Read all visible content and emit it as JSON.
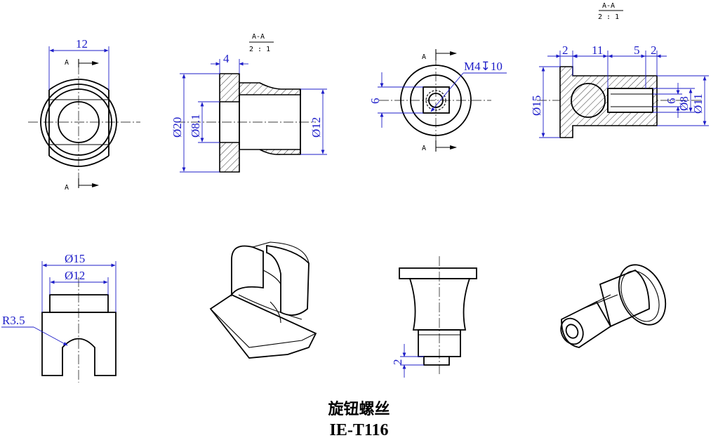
{
  "drawing": {
    "title": "旋钮螺丝",
    "code": "IE-T116",
    "section_label": "A-A",
    "section_scale": "2 : 1",
    "section_letter": "A",
    "views": {
      "front": {
        "width_dim": "12"
      },
      "left_section": {
        "flange_dim": "4",
        "outer_dia": "Ø20",
        "inner_dia": "Ø8.1",
        "body_dia": "Ø12"
      },
      "end": {
        "thread": "M4↧10",
        "height_dim": "6"
      },
      "right_section": {
        "d1": "2",
        "d2": "11",
        "d3": "5",
        "d4": "2",
        "flange_dia": "Ø15",
        "d6": "6",
        "d8": "Ø8",
        "d11": "Ø11"
      },
      "bottom_left": {
        "outer_dia": "Ø15",
        "inner_dia": "Ø12",
        "radius": "R3.5"
      },
      "bottom_side": {
        "step_dim": "2"
      }
    }
  }
}
